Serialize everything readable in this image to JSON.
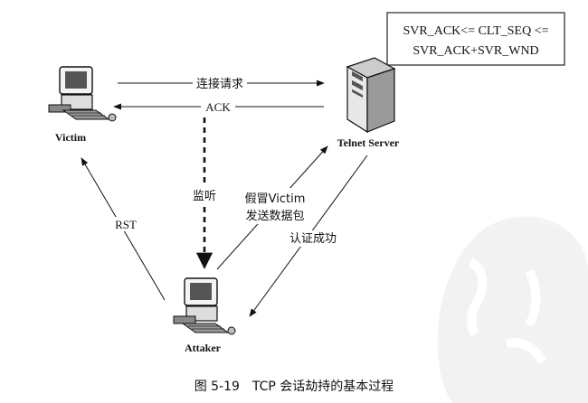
{
  "condition_box": {
    "line1": "SVR_ACK<= CLT_SEQ <=",
    "line2": "SVR_ACK+SVR_WND"
  },
  "nodes": {
    "victim": {
      "label": "Victim",
      "icon": "desktop-computer-icon"
    },
    "server": {
      "label": "Telnet Server",
      "icon": "tower-server-icon"
    },
    "attacker": {
      "label": "Attaker",
      "icon": "desktop-computer-icon"
    }
  },
  "edges": {
    "connect_request": "连接请求",
    "ack": "ACK",
    "monitor": "监听",
    "rst": "RST",
    "spoof_line1": "假冒Victim",
    "spoof_line2": "发送数据包",
    "auth_success": "认证成功"
  },
  "caption": "图 5-19　TCP 会话劫持的基本过程",
  "watermark": "seal-watermark"
}
